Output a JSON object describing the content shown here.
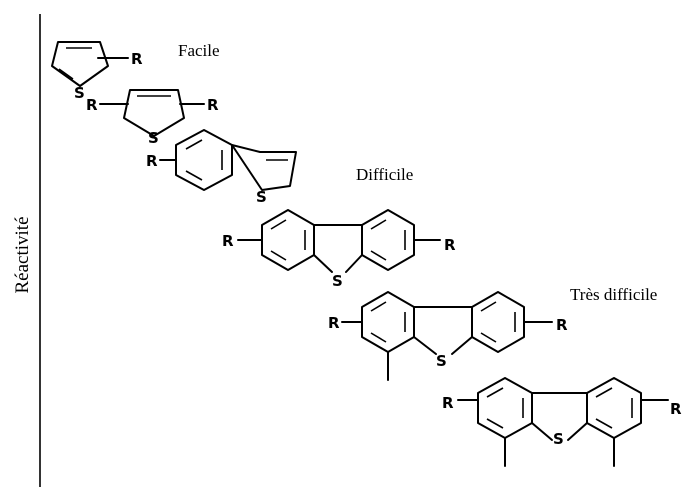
{
  "axis": {
    "label": "Réactivité"
  },
  "levels": {
    "easy": "Facile",
    "hard": "Difficile",
    "very_hard": "Très difficile"
  },
  "atoms": {
    "substituent": "R",
    "sulfur": "S"
  },
  "molecules": [
    {
      "name": "thiophene"
    },
    {
      "name": "thiophene-disubstituted"
    },
    {
      "name": "benzothiophene"
    },
    {
      "name": "dibenzothiophene"
    },
    {
      "name": "4-methyl-dibenzothiophene"
    },
    {
      "name": "4,6-dimethyl-dibenzothiophene"
    }
  ]
}
